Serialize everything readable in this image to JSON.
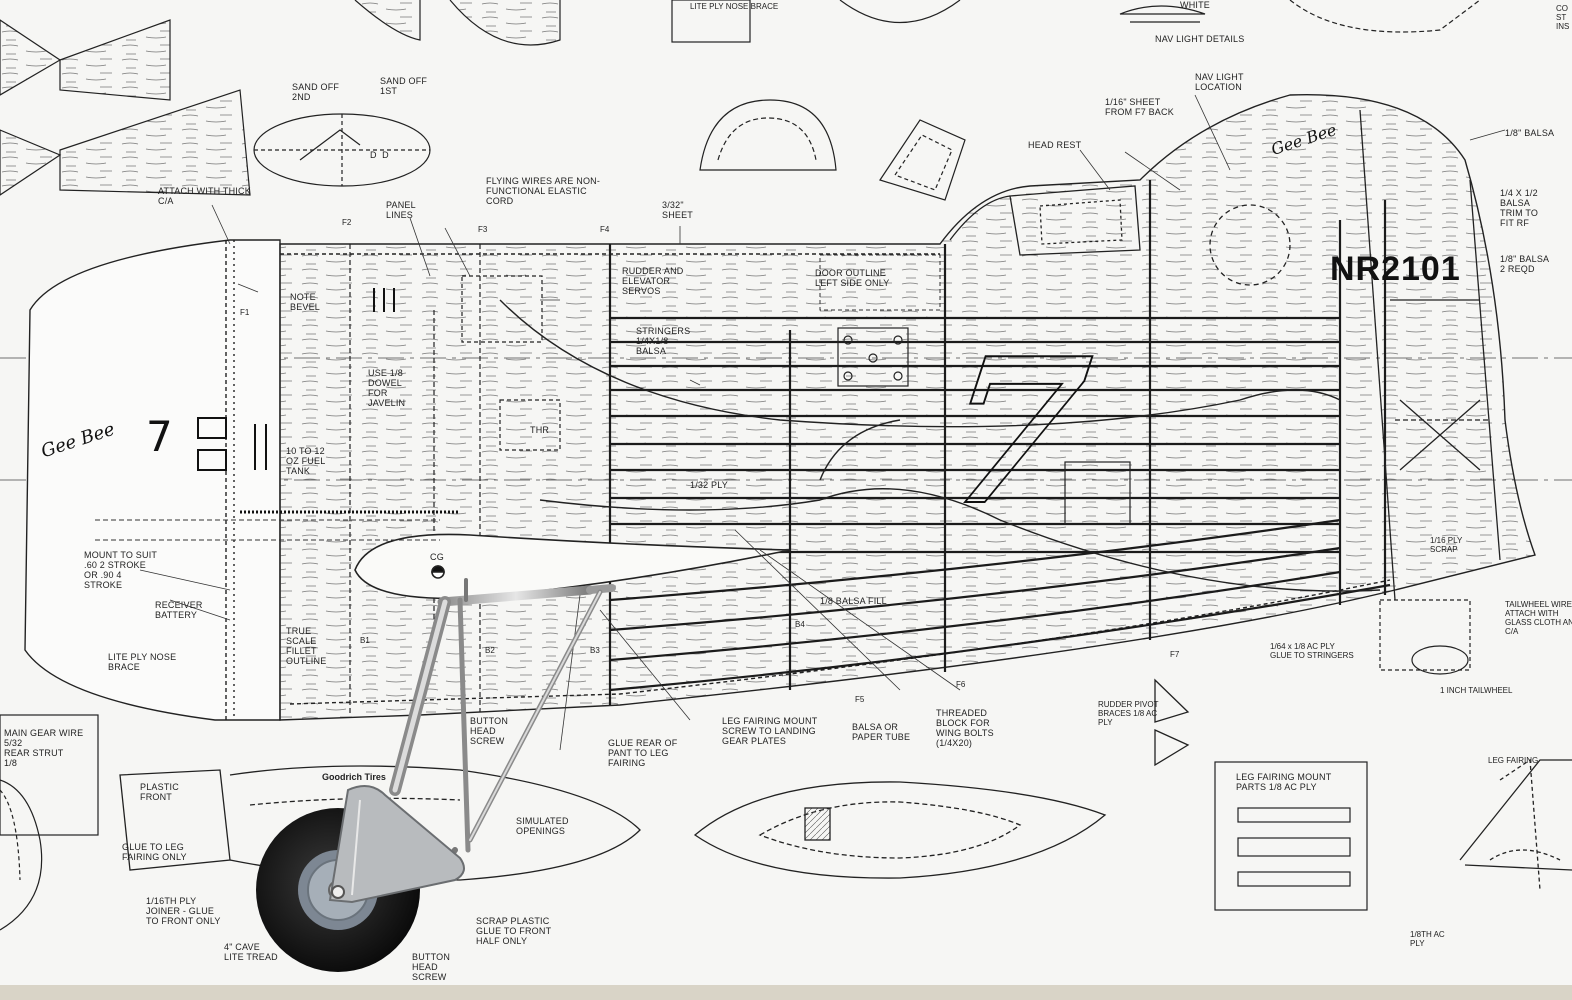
{
  "drawing": {
    "registration": "NR2101",
    "race_number": "7",
    "wing_number": "7",
    "sticker_text": "Goodrich Tires",
    "logo_script": "Gee Bee",
    "stations": [
      "F1",
      "F2",
      "F3",
      "F4",
      "F5",
      "F6",
      "F7",
      "B1",
      "B2",
      "B3",
      "B4"
    ]
  },
  "labels": {
    "nav_light_details": "NAV LIGHT DETAILS",
    "white": "WHITE",
    "lite_ply_nose_brace_top": "LITE PLY NOSE BRACE",
    "sand_off_2nd": "SAND OFF\n2nd",
    "sand_off_1st": "SAND OFF\n1st",
    "dd": "D  D",
    "nav_light_location": "NAV LIGHT\nLOCATION",
    "sheet_1_16": "1/16\" SHEET\nFROM F7 BACK",
    "head_rest": "HEAD REST",
    "balsa_1_8": "1/8\" BALSA",
    "balsa_trim": "1/4 X 1/2\nBALSA\nTRIM TO\nFIT RF",
    "balsa_2_reqd": "1/8\" BALSA\n2 REQD",
    "attach_thick": "ATTACH WITH THICK\nC/A",
    "flying_wires": "FLYING WIRES ARE NON-\nFUNCTIONAL ELASTIC\nCORD",
    "panel_lines": "PANEL\nLINES",
    "sheet_3_32": "3/32\"\nSHEET",
    "rudder_servos": "RUDDER AND\nELEVATOR\nSERVOS",
    "door_outline": "DOOR OUTLINE\nLEFT SIDE ONLY",
    "stringers": "STRINGERS\n1/4X1/8\nBALSA",
    "note_bevel": "NOTE\nBEVEL",
    "use_dowel": "USE 1/8\nDOWEL\nFOR\nJAVELIN",
    "fuel_tank": "10 TO 12\nOZ FUEL\nTANK",
    "thr": "THR",
    "ply_1_32": "1/32 PLY",
    "mount_to_suit": "MOUNT TO SUIT\n.60 2 STROKE\nOR .90 4\nSTROKE",
    "receiver_battery": "RECEIVER\nBATTERY",
    "true_scale": "TRUE\nSCALE\nFILLET\nOUTLINE",
    "lite_ply_nose_brace": "LITE PLY NOSE\nBRACE",
    "cg": "CG",
    "balsa_fill": "1/8 BALSA FILL",
    "ply_scrap": "1/16 PLY\nSCRAP",
    "tailwheel_wire": "TAILWHEEL WIRE\nATTACH WITH\nGLASS CLOTH AND\nC/A",
    "ac_ply_stringers": "1/64 x 1/8 AC PLY\nGLUE TO STRINGERS",
    "tailwheel": "1 INCH TAILWHEEL",
    "main_gear_wire": "MAIN GEAR WIRE\n5/32\nREAR STRUT\n1/8",
    "plastic_front": "PLASTIC\nFRONT",
    "glue_to_leg": "GLUE TO LEG\nFAIRING ONLY",
    "button_head_screw": "BUTTON\nHEAD\nSCREW",
    "glue_rear_pant": "GLUE REAR OF\nPANT TO LEG\nFAIRING",
    "leg_fairing_mount": "LEG FAIRING MOUNT\nSCREW TO LANDING\nGEAR PLATES",
    "balsa_paper_tube": "BALSA OR\nPAPER TUBE",
    "threaded_block": "THREADED\nBLOCK FOR\nWING BOLTS\n(1/4X20)",
    "rudder_pivot": "RUDDER PIVOT\nBRACES 1/8 AC\nPLY",
    "leg_fairing_parts": "LEG FAIRING MOUNT\nPARTS 1/8 AC PLY",
    "leg_fairing": "LEG FAIRING",
    "simulated_openings": "SIMULATED\nOPENINGS",
    "ply_joiner": "1/16th PLY\nJOINER - GLUE\nTO FRONT ONLY",
    "cave_lite_tread": "4\" CAVE\nLITE TREAD",
    "scrap_plastic": "SCRAP PLASTIC\nGLUE TO FRONT\nHALF ONLY",
    "button_head_screw_2": "BUTTON\nHEAD\nSCREW",
    "ac_ply_bottom": "1/8TH AC\nPLY",
    "edge_co": "CO\nST\nINS"
  }
}
